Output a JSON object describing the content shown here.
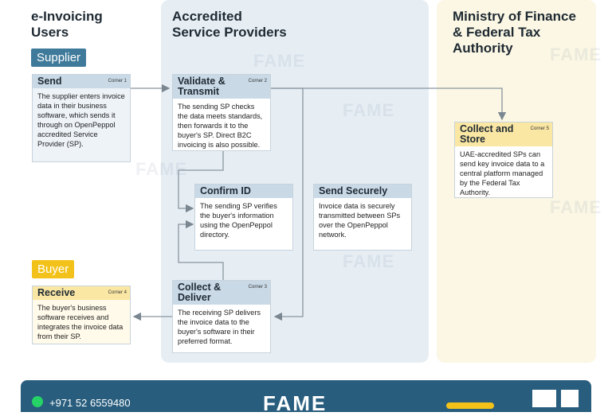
{
  "columns": {
    "users": "e-Invoicing\nUsers",
    "providers": "Accredited\nService Providers",
    "ministry": "Ministry of Finance\n& Federal Tax\nAuthority"
  },
  "tags": {
    "supplier": "Supplier",
    "buyer": "Buyer"
  },
  "cards": {
    "send": {
      "title": "Send",
      "corner": "Corner 1",
      "body": "The supplier enters invoice data in their business software, which sends it through on OpenPeppol accredited Service Provider (SP)."
    },
    "validate": {
      "title": "Validate &\nTransmit",
      "corner": "Corner 2",
      "body": "The sending SP checks the data meets standards, then forwards it to the buyer's SP. Direct B2C invoicing is also possible."
    },
    "confirm": {
      "title": "Confirm ID",
      "body": "The sending SP verifies the buyer's information using the OpenPeppol directory."
    },
    "secure": {
      "title": "Send Securely",
      "body": "Invoice data is securely transmitted between SPs over the OpenPeppol network."
    },
    "collect_deliver": {
      "title": "Collect &\nDeliver",
      "corner": "Corner 3",
      "body": "The receiving SP delivers the invoice data to the buyer's software in their preferred format."
    },
    "receive": {
      "title": "Receive",
      "corner": "Corner 4",
      "body": "The buyer's business software receives and integrates the invoice data from their SP."
    },
    "collect_store": {
      "title": "Collect and\nStore",
      "corner": "Corner 5",
      "body": "UAE-accredited SPs can send key invoice data to a central platform managed by the Federal Tax Authority."
    }
  },
  "footer": {
    "phone": "+971 52 6559480",
    "logo": "FAME"
  },
  "watermark": "FAME",
  "colors": {
    "provider_bg": "#e6eef4",
    "ministry_bg": "#fbf7e4",
    "supplier_tag": "#3f7a9b",
    "buyer_tag": "#f3c21a",
    "footer": "#285d7d"
  }
}
